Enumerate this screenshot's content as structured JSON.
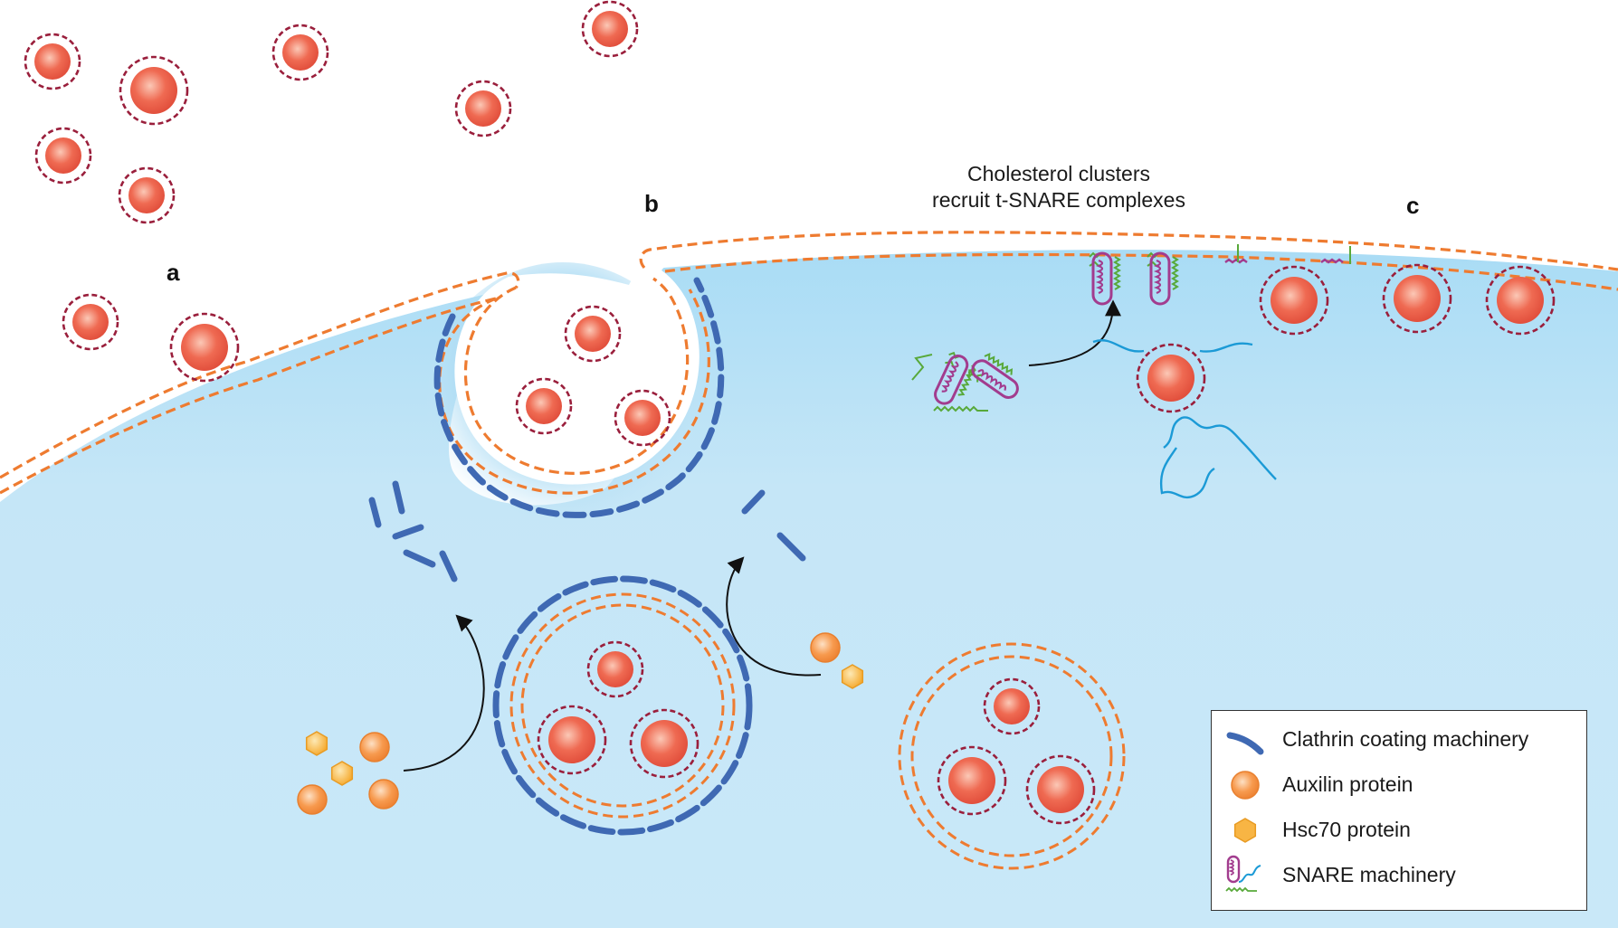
{
  "labels": {
    "a": "a",
    "b": "b",
    "c": "c",
    "annotation_line1": "Cholesterol clusters",
    "annotation_line2": "recruit t-SNARE complexes"
  },
  "legend": {
    "items": [
      {
        "icon": "clathrin-icon",
        "label": "Clathrin coating machinery"
      },
      {
        "icon": "auxilin-icon",
        "label": "Auxilin protein"
      },
      {
        "icon": "hsc70-icon",
        "label": "Hsc70 protein"
      },
      {
        "icon": "snare-icon",
        "label": "SNARE machinery"
      }
    ]
  },
  "colors": {
    "cytoplasm": "#c5e6f7",
    "cytoplasm_deep": "#9fd6f2",
    "membrane": "#ee7b30",
    "vesicle_outline": "#9a1f3c",
    "vesicle_core": "#ee6650",
    "clathrin": "#3f69b3",
    "auxilin": "#f79a4e",
    "hsc70": "#f8b544",
    "t_snare_loop": "#a23c8e",
    "snare_green": "#58a93a",
    "v_snare": "#1b9ad6"
  }
}
